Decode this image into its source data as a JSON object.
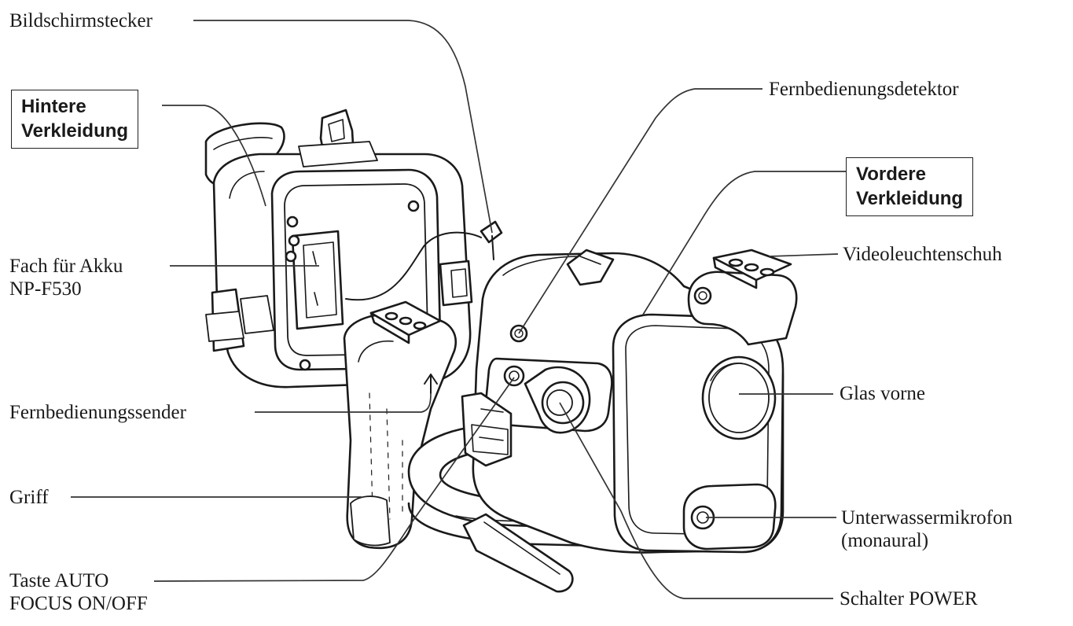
{
  "labels": {
    "bildschirmstecker": "Bildschirmstecker",
    "fach_line1": "Fach für Akku",
    "fach_line2": "NP-F530",
    "fernbedienungssender": "Fernbedienungssender",
    "griff": "Griff",
    "taste_line1": "Taste AUTO",
    "taste_line2": "FOCUS ON/OFF",
    "fernbedienungsdetektor": "Fernbedienungsdetektor",
    "videoleuchtenschuh": "Videoleuchtenschuh",
    "glas_vorne": "Glas vorne",
    "mikro_line1": "Unterwassermikrofon",
    "mikro_line2": "(monaural)",
    "schalter_power": "Schalter POWER"
  },
  "boxes": {
    "hintere_line1": "Hintere",
    "hintere_line2": "Verkleidung",
    "vordere_line1": "Vordere",
    "vordere_line2": "Verkleidung"
  },
  "colors": {
    "ink": "#1a1a1a",
    "leader": "#333333",
    "housing": "#ffffff"
  }
}
